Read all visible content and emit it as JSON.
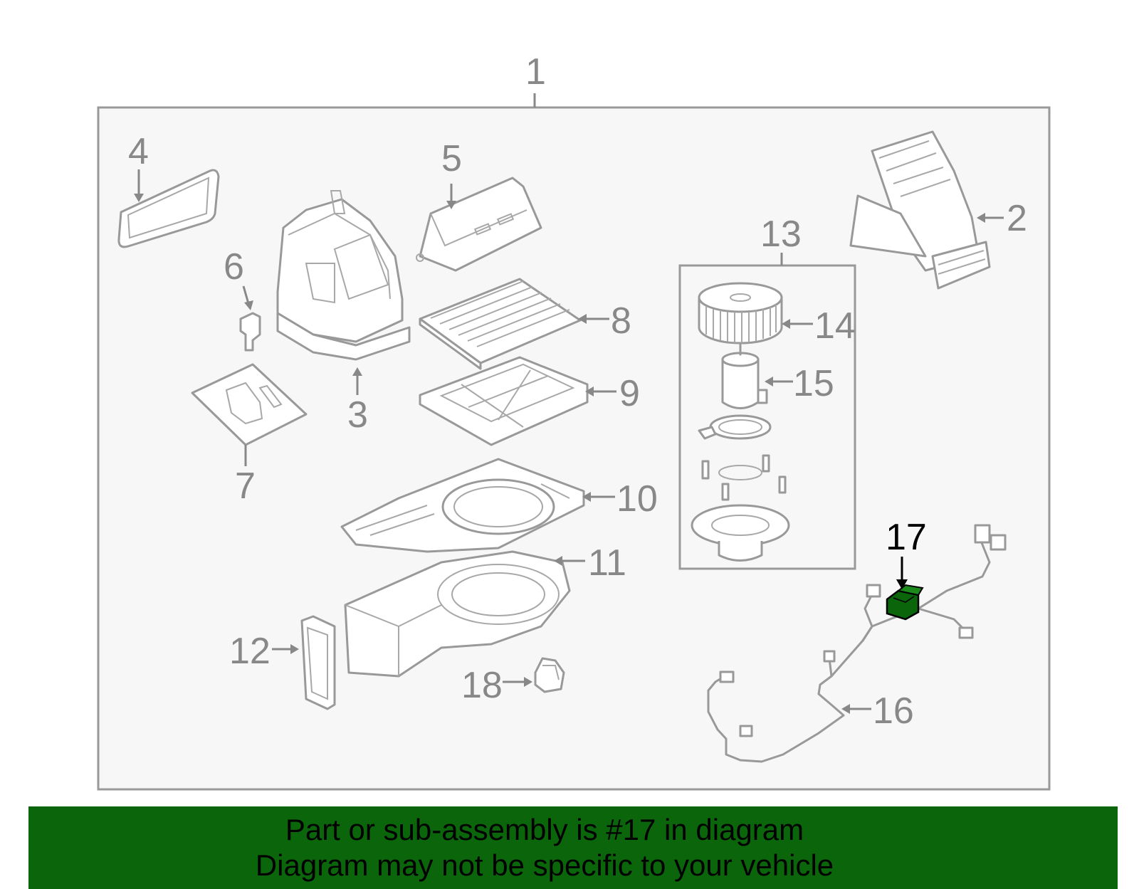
{
  "callouts": {
    "c1": "1",
    "c2": "2",
    "c3": "3",
    "c4": "4",
    "c5": "5",
    "c6": "6",
    "c7": "7",
    "c8": "8",
    "c9": "9",
    "c10": "10",
    "c11": "11",
    "c12": "12",
    "c13": "13",
    "c14": "14",
    "c15": "15",
    "c16": "16",
    "c17": "17",
    "c18": "18"
  },
  "highlight": {
    "part": "17",
    "color": "#0b650b"
  },
  "banner": {
    "line1": "Part or sub-assembly is #17 in diagram",
    "line2": "Diagram may not be specific to your vehicle",
    "background": "#0b650b"
  },
  "colors": {
    "panel": "#f7f7f7",
    "linework": "#999999",
    "callout": "#888888"
  }
}
